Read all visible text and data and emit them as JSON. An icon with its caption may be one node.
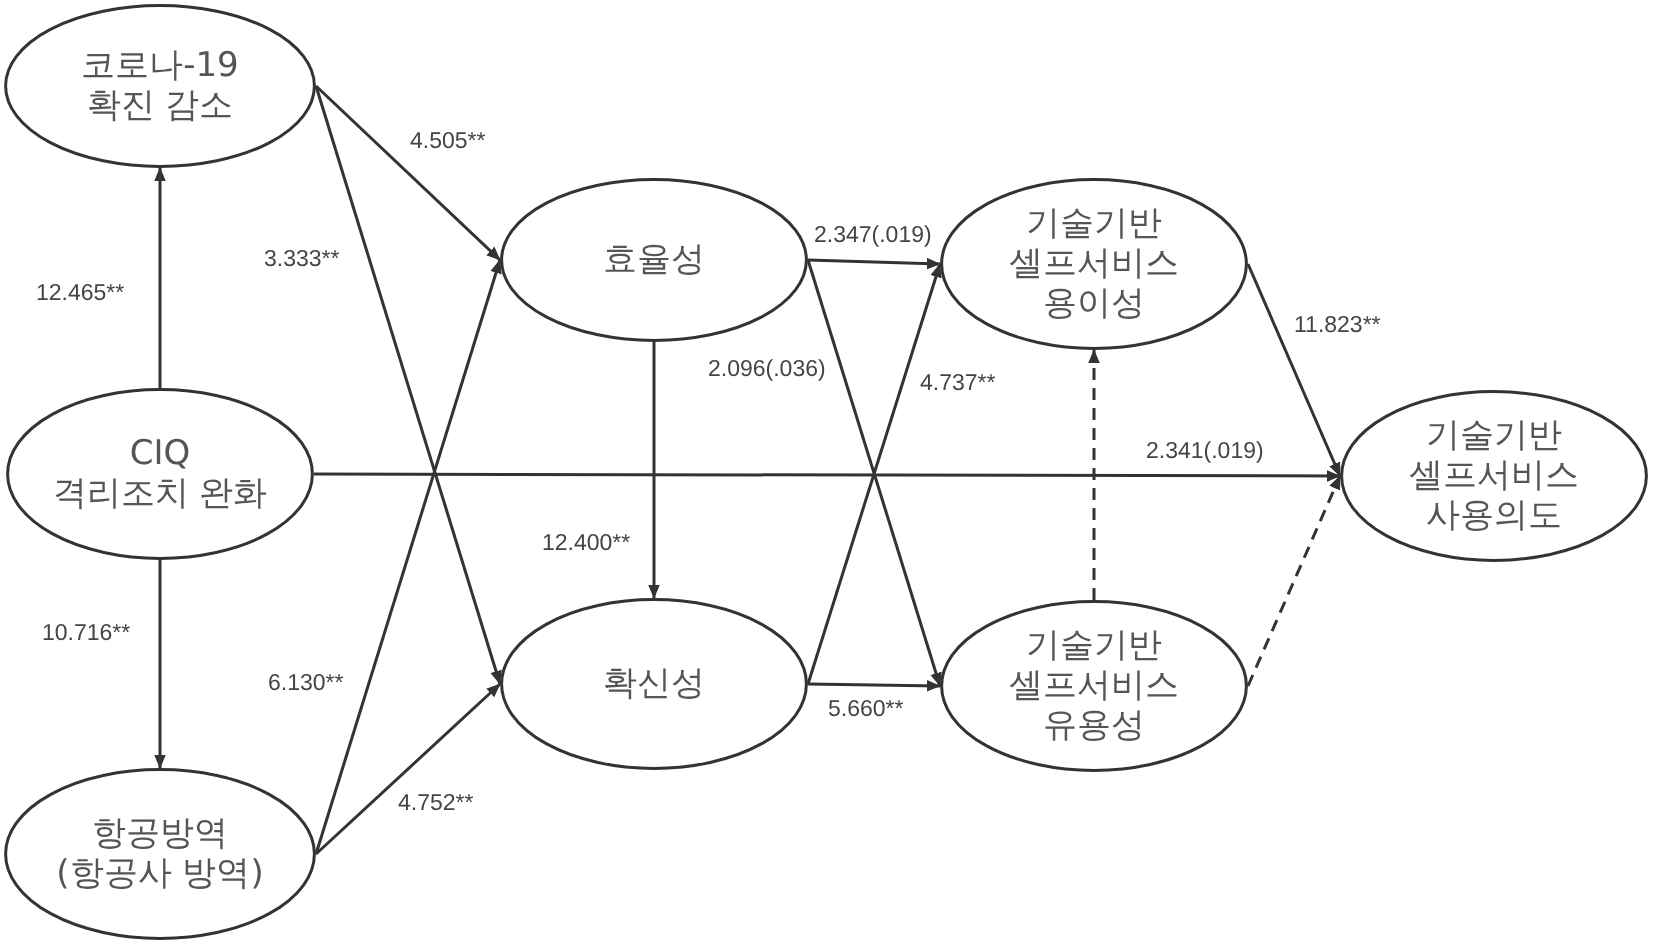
{
  "diagram": {
    "nodes": [
      {
        "text": [
          "코로나-19 확진 감소"
        ]
      },
      {
        "text": [
          "CIQ 격리조치 완화"
        ]
      },
      {
        "text": [
          "항공방역 (항공사 방역)"
        ]
      },
      {
        "text": [
          "효율성"
        ]
      },
      {
        "text": [
          "확신성"
        ]
      },
      {
        "text": [
          "기술기반 셀프서비스 용이성"
        ]
      },
      {
        "text": [
          "기술기반 셀프서비스 유용성"
        ]
      },
      {
        "text": [
          "기술기반 셀프서비스 사용의도"
        ]
      }
    ],
    "edges": [
      {
        "from": 1,
        "to": 0,
        "arrow": "to",
        "label": "12.465**"
      },
      {
        "from": 1,
        "to": 2,
        "arrow": "to",
        "label": "10.716**"
      },
      {
        "from": 0,
        "to": 3,
        "arrow": "to",
        "label": "4.505**"
      },
      {
        "from": 0,
        "to": 4,
        "arrow": "to",
        "label": "3.333**"
      },
      {
        "from": 2,
        "to": 3,
        "arrow": "to",
        "label": "6.130**"
      },
      {
        "from": 2,
        "to": 4,
        "arrow": "to",
        "label": "4.752**"
      },
      {
        "from": 1,
        "to": 7,
        "arrow": "to",
        "label": "2.341(.019)"
      },
      {
        "from": 3,
        "to": 4,
        "arrow": "to",
        "label": "12.400**"
      },
      {
        "from": 3,
        "to": 5,
        "arrow": "to",
        "label": "2.347(.019)"
      },
      {
        "from": 3,
        "to": 6,
        "arrow": "to",
        "label": "2.096(.036)"
      },
      {
        "from": 4,
        "to": 5,
        "arrow": "to",
        "label": "4.737**"
      },
      {
        "from": 4,
        "to": 6,
        "arrow": "to",
        "label": "5.660**"
      },
      {
        "from": 5,
        "to": 7,
        "arrow": "to",
        "label": "11.823**"
      },
      {
        "from": 6,
        "to": 5,
        "arrow": "to",
        "style": "dashed"
      },
      {
        "from": 6,
        "to": 7,
        "arrow": "to",
        "style": "dashed"
      }
    ]
  }
}
